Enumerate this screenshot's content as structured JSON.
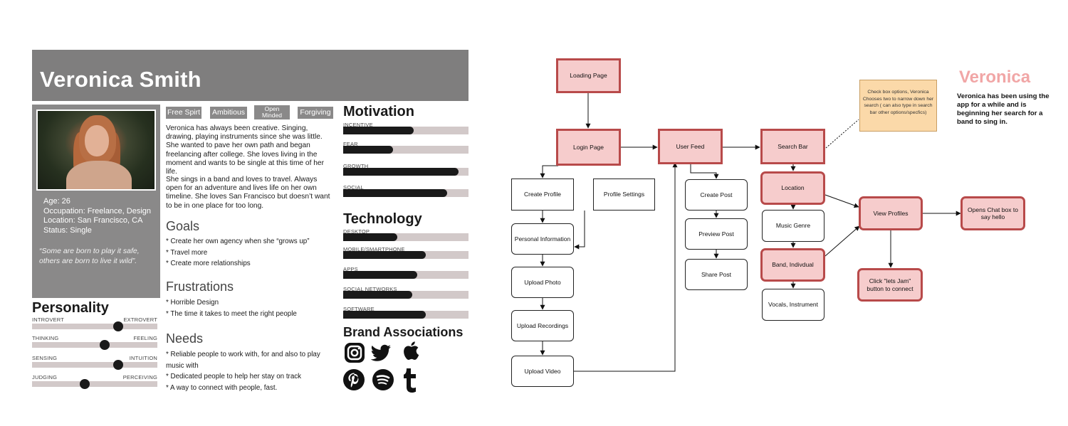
{
  "persona": {
    "name": "Veronica Smith",
    "details": {
      "age": "Age: 26",
      "occupation": "Occupation: Freelance, Design",
      "location": "Location: San Francisco, CA",
      "status": "Status: Single"
    },
    "quote": "“Some are born to play it safe, others are born to live it wild”.",
    "tags": [
      "Free Spirt",
      "Ambitious",
      "Open Minded",
      "Forgiving"
    ],
    "bio": [
      "Veronica has always been creative. Singing, drawing, playing instruments since she was little. She wanted to pave her own path and began freelancing after college. She loves living in the moment and wants to be single at this time of her life.",
      "She sings in a band and loves to travel. Always open for an adventure and lives life on her own timeline. She loves San Francisco but doesn’t want to be in one place for too long."
    ],
    "goals": {
      "title": "Goals",
      "items": [
        "* Create her own agency when she “grows up”",
        "* Travel more",
        "* Create more relationships"
      ]
    },
    "frustrations": {
      "title": "Frustrations",
      "items": [
        "* Horrible Design",
        "* The time it takes to meet the right people"
      ]
    },
    "needs": {
      "title": "Needs",
      "items": [
        "* Reliable people to work with, for and also to play music with",
        "* Dedicated people to help her stay on track",
        "* A way to connect with people, fast."
      ]
    },
    "personality": {
      "title": "Personality",
      "traits": [
        {
          "left": "INTROVERT",
          "right": "EXTROVERT",
          "value": 0.69
        },
        {
          "left": "THINKING",
          "right": "FEELING",
          "value": 0.58
        },
        {
          "left": "SENSING",
          "right": "INTUITION",
          "value": 0.69
        },
        {
          "left": "JUDGING",
          "right": "PERCEIVING",
          "value": 0.42
        }
      ]
    },
    "motivation": {
      "title": "Motivation",
      "items": [
        {
          "label": "INCENTIVE",
          "value": 0.56
        },
        {
          "label": "FEAR",
          "value": 0.4
        },
        {
          "label": "GROWTH",
          "value": 0.92
        },
        {
          "label": "SOCIAL",
          "value": 0.83
        }
      ]
    },
    "technology": {
      "title": "Technology",
      "items": [
        {
          "label": "DESKTOP",
          "value": 0.43
        },
        {
          "label": "MOBILE/SMARTPHONE",
          "value": 0.66
        },
        {
          "label": "APPS",
          "value": 0.59
        },
        {
          "label": "SOCIAL NETWORKS",
          "value": 0.55
        },
        {
          "label": "SOFTWARE",
          "value": 0.66
        }
      ]
    },
    "brands": {
      "title": "Brand Associations",
      "icons": [
        "instagram-icon",
        "twitter-icon",
        "apple-icon",
        "pinterest-icon",
        "spotify-icon",
        "tumblr-icon"
      ]
    }
  },
  "flow": {
    "nodes": {
      "loading": "Loading Page",
      "login": "Login Page",
      "feed": "User Feed",
      "search": "Search Bar",
      "create_profile": "Create Profile",
      "profile_settings": "Profile Settings",
      "personal_info": "Personal Information",
      "upload_photo": "Upload Photo",
      "upload_recordings": "Upload Recordings",
      "upload_video": "Upload Video",
      "create_post": "Create Post",
      "preview_post": "Preview Post",
      "share_post": "Share Post",
      "location": "Location",
      "music_genre": "Music Genre",
      "band": "Band, Indivdual",
      "vocals": "Vocals, Instrument",
      "view_profiles": "View Profiles",
      "chat": "Opens Chat box to say hello",
      "lets_jam": "Click \"lets Jam\" button to connect"
    },
    "note": "Check box options, Veronica Chooses two to narrow down her search ( can also type in search bar other options/specfics)",
    "persona_title": "Veronica",
    "persona_desc": "Veronica has been using the app for a while and is beginning her search for a band to sing in.",
    "highlight_fill": "#f6cccc",
    "highlight_border": "#b84a4a",
    "note_color": "#fbd9a9"
  }
}
